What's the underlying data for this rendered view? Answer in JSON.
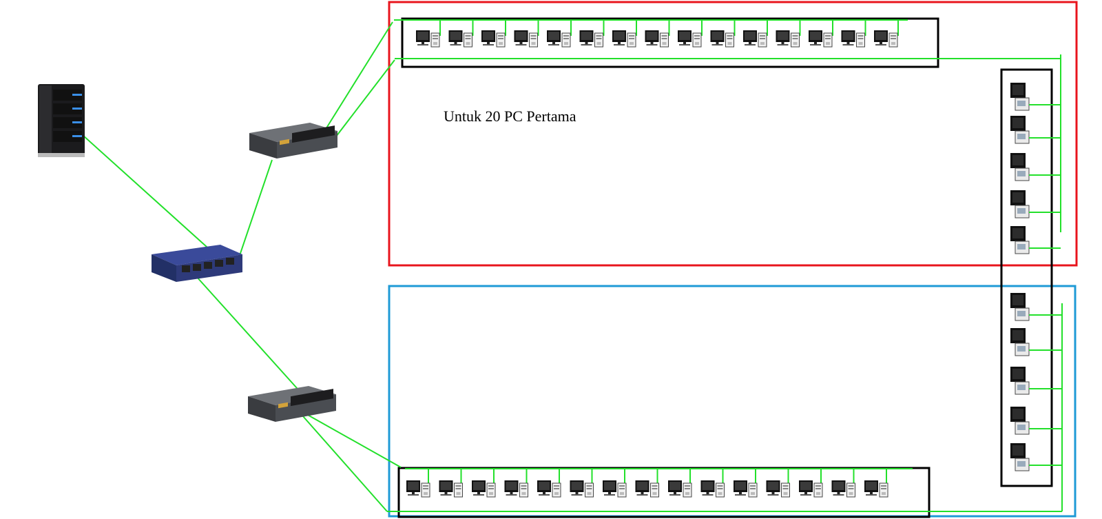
{
  "diagram": {
    "label": "Untuk 20 PC Pertama"
  },
  "zones": {
    "top": {
      "pc_count": 20,
      "border_color": "#e8141c"
    },
    "bottom": {
      "pc_count": 20,
      "border_color": "#1e9ad6"
    }
  },
  "devices": {
    "server": "server-icon",
    "router": "network-switch-icon",
    "switch_top": "24-port-switch-icon",
    "switch_bottom": "24-port-switch-icon",
    "pc": "desktop-computer-icon"
  },
  "colors": {
    "cable": "#22e02a",
    "pc_group_border": "#000000",
    "switch_body": "#4a4d52",
    "router_body": "#2e3a7a",
    "server_body": "#1b1b1d"
  }
}
